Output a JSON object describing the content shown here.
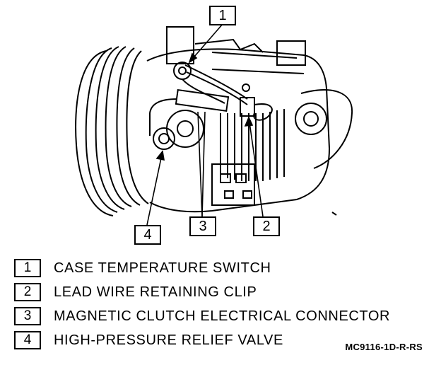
{
  "callouts": [
    "1",
    "2",
    "3",
    "4"
  ],
  "legend": [
    {
      "num": "1",
      "text": "CASE TEMPERATURE SWITCH"
    },
    {
      "num": "2",
      "text": "LEAD WIRE RETAINING CLIP"
    },
    {
      "num": "3",
      "text": "MAGNETIC CLUTCH ELECTRICAL CONNECTOR"
    },
    {
      "num": "4",
      "text": "HIGH-PRESSURE RELIEF VALVE"
    }
  ],
  "figure_code": "MC9116-1D-R-RS"
}
